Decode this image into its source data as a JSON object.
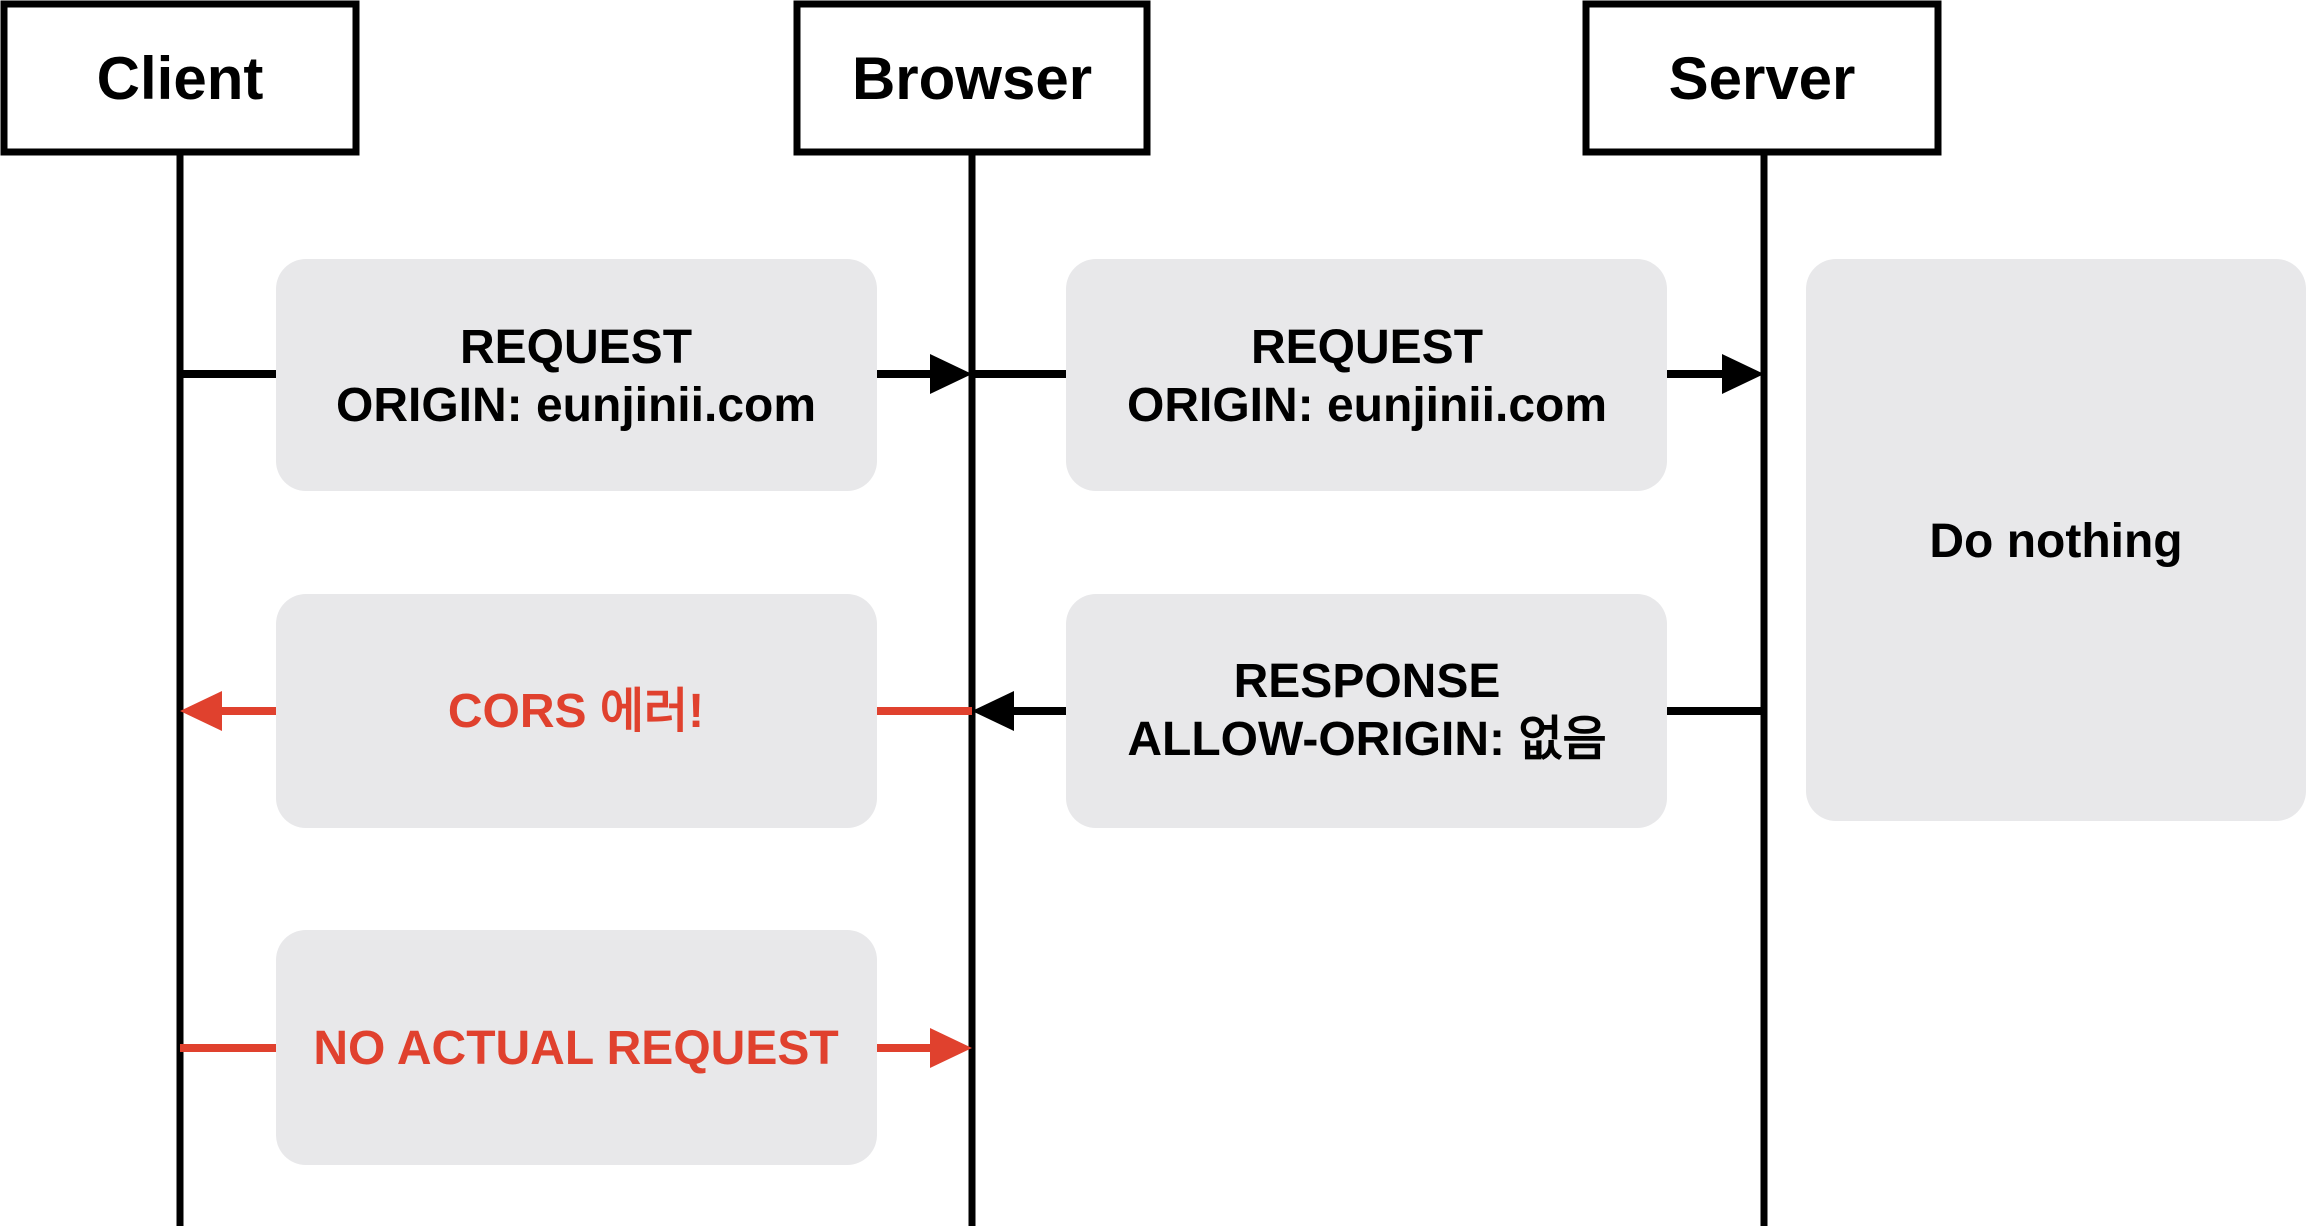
{
  "colors": {
    "black": "#000000",
    "red": "#E0412E",
    "box_fill": "#E8E8EA",
    "background": "#FFFFFF"
  },
  "actors": {
    "client": "Client",
    "browser": "Browser",
    "server": "Server"
  },
  "messages": {
    "client_request": {
      "line1": "REQUEST",
      "line2": "ORIGIN: eunjinii.com"
    },
    "browser_request": {
      "line1": "REQUEST",
      "line2": "ORIGIN: eunjinii.com"
    },
    "server_response": {
      "line1": "RESPONSE",
      "line2": "ALLOW-ORIGIN: 없음"
    },
    "cors_error": "CORS 에러!",
    "no_actual_request": "NO ACTUAL REQUEST"
  },
  "server_note": "Do nothing"
}
